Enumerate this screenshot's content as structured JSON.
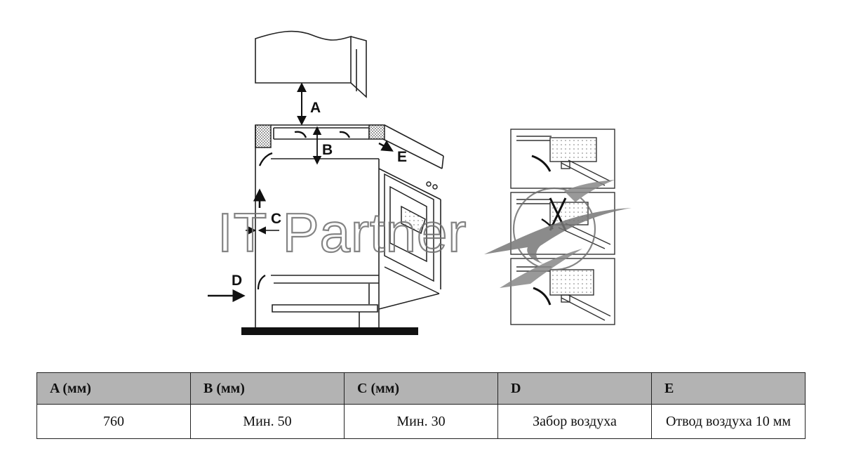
{
  "diagram": {
    "labels": {
      "a": "A",
      "b": "B",
      "c": "C",
      "d": "D",
      "e": "E"
    },
    "watermark": "IT Partner"
  },
  "table": {
    "headers": [
      "A (мм)",
      "B (мм)",
      "C (мм)",
      "D",
      "E"
    ],
    "row": [
      "760",
      "Мин. 50",
      "Мин. 30",
      "Забор воздуха",
      "Отвод воздуха 10 мм"
    ]
  }
}
